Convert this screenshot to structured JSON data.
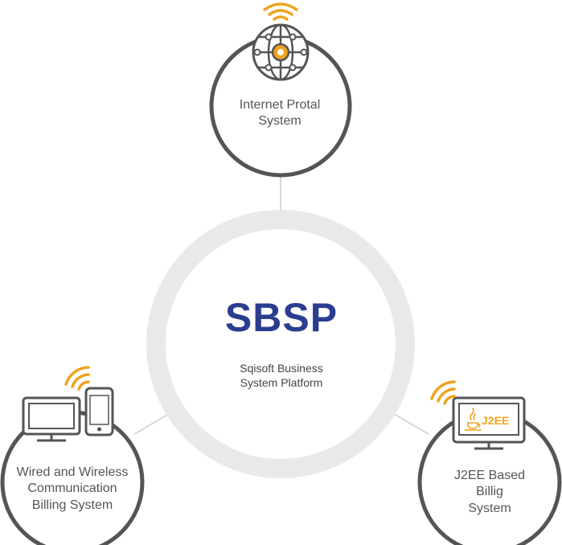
{
  "center": {
    "title": "SBSP",
    "subtitle_lines": [
      "Sqisoft Business",
      "System Platform"
    ]
  },
  "nodes": {
    "top": {
      "lines": [
        "Internet Protal",
        "System"
      ],
      "icon": "globe-icon"
    },
    "left": {
      "lines": [
        "Wired and Wireless",
        "Communication",
        "Billing System"
      ],
      "icon": "monitor-phone-icon"
    },
    "right": {
      "lines": [
        "J2EE Based",
        "Billig",
        "System"
      ],
      "icon": "j2ee-monitor-icon",
      "logo_text": "J2EE"
    }
  },
  "colors": {
    "ring_outline": "#555555",
    "center_ring": "#e9e9e9",
    "accent_orange": "#f0a21e",
    "title_blue": "#2a3d8f",
    "connector": "#cccccc"
  }
}
